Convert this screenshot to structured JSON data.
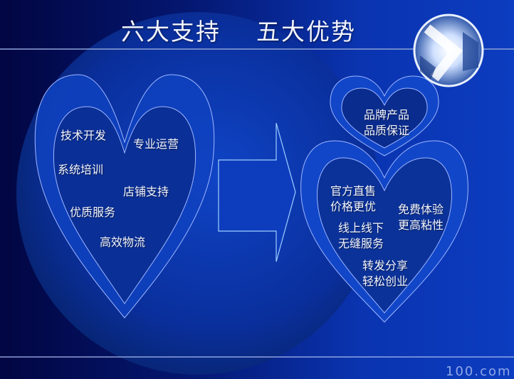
{
  "slide": {
    "title": "六大支持    五大优势",
    "watermark": "100.com",
    "colors": {
      "background_dark": "#020642",
      "background_bright": "#0c3cbf",
      "line": "#9fb6ff",
      "heart_fill": "#1146c8",
      "text": "#f4f6ff"
    }
  },
  "left_heart": {
    "name": "六大支持",
    "items": [
      {
        "label": "技术开发"
      },
      {
        "label": "专业运营"
      },
      {
        "label": "系统培训"
      },
      {
        "label": "店铺支持"
      },
      {
        "label": "优质服务"
      },
      {
        "label": "高效物流"
      }
    ]
  },
  "arrow": {
    "icon": "right-arrow-icon"
  },
  "right_hearts": {
    "name": "五大优势",
    "top_heart": {
      "line1": "品牌产品",
      "line2": "品质保证"
    },
    "items": [
      {
        "line1": "官方直售",
        "line2": "价格更优"
      },
      {
        "line1": "免费体验",
        "line2": "更高粘性"
      },
      {
        "line1": "线上线下",
        "line2": "无缝服务"
      },
      {
        "line1": "转发分享",
        "line2": "轻松创业"
      }
    ]
  },
  "logo": {
    "icon": "globe-logo-icon"
  }
}
